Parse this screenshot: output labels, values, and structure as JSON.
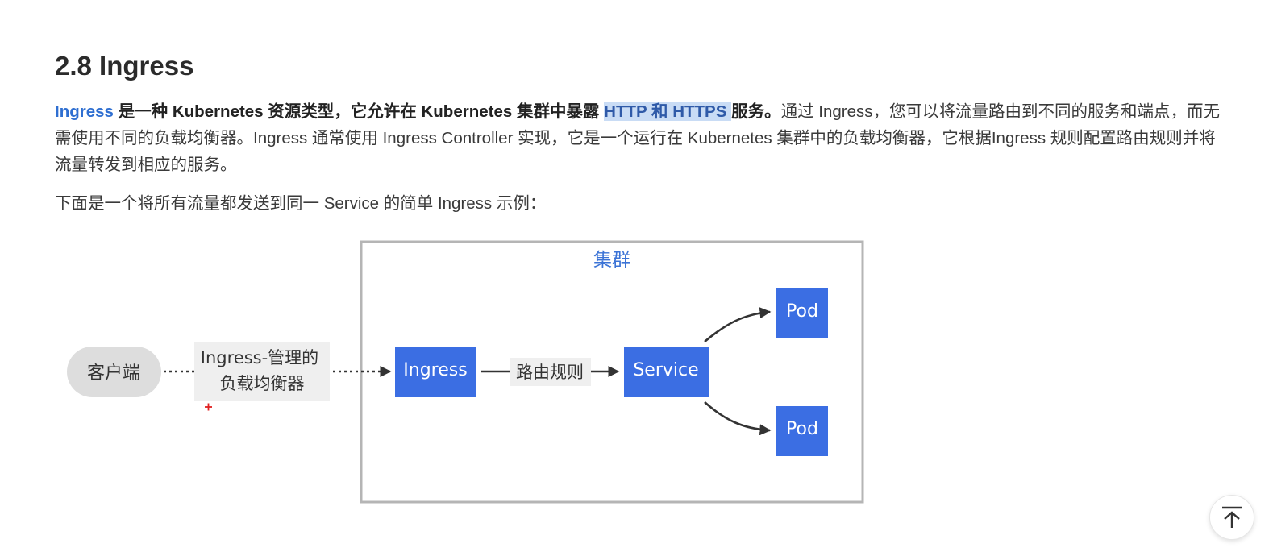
{
  "section": {
    "title": "2.8 Ingress"
  },
  "intro": {
    "link_text": "Ingress",
    "strong_1": " 是一种 Kubernetes 资源类型，它允许在 Kubernetes 集群中暴露 ",
    "highlight": "HTTP 和 HTTPS ",
    "strong_2": "服务。",
    "body": "通过 Ingress，您可以将流量路由到不同的服务和端点，而无需使用不同的负载均衡器。Ingress 通常使用 Ingress Controller 实现，它是一个运行在 Kubernetes 集群中的负载均衡器，它根据Ingress 规则配置路由规则并将流量转发到相应的服务。"
  },
  "example_intro": "下面是一个将所有流量都发送到同一 Service 的简单 Ingress 示例：",
  "diagram": {
    "cluster_label": "集群",
    "client_label": "客户端",
    "lb_label_line1": "Ingress-管理的",
    "lb_label_line2": "负载均衡器",
    "ingress_label": "Ingress",
    "routing_label": "路由规则",
    "service_label": "Service",
    "pod_label_1": "Pod",
    "pod_label_2": "Pod",
    "colors": {
      "node_blue": "#3b6ee3",
      "cluster_label": "#3b73d6",
      "client_bg": "#dddddd",
      "label_bg": "#efefef",
      "cluster_border": "#b5b5b5"
    }
  },
  "back_to_top": {
    "icon": "arrow-up-to-line-icon"
  }
}
